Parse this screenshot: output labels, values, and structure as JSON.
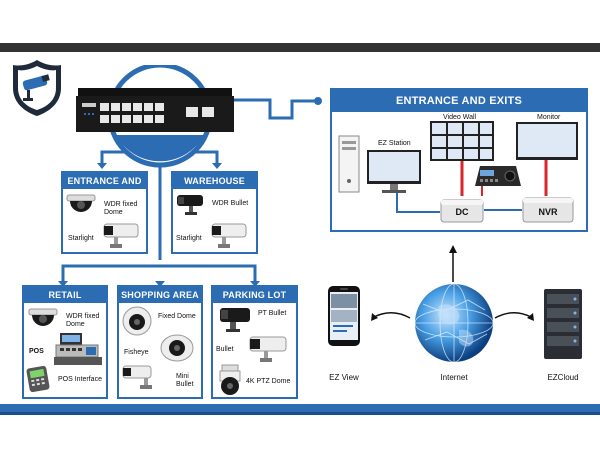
{
  "brand": {
    "logo_icon": "cctv-shield-logo-icon"
  },
  "switch": {
    "icon": "network-switch-icon"
  },
  "panels": {
    "entrance_small": {
      "title": "ENTRANCE AND EXITS",
      "items": [
        "WDR fixed Dome",
        "Starlight"
      ]
    },
    "warehouse": {
      "title": "WAREHOUSE",
      "items": [
        "WDR Bullet",
        "Starlight"
      ]
    },
    "retail": {
      "title": "RETAIL",
      "items": [
        "WDR fixed Dome",
        "POS",
        "POS Interface"
      ]
    },
    "shopping": {
      "title": "SHOPPING AREA",
      "items": [
        "Fixed Dome",
        "Fisheye",
        "Mini Bullet"
      ]
    },
    "parking": {
      "title": "PARKING LOT",
      "items": [
        "PT Bullet",
        "Bullet",
        "4K PTZ Dome"
      ]
    },
    "entrance_big": {
      "title": "ENTRANCE AND EXITS",
      "items": [
        "EZ Station",
        "Video Wall",
        "Monitor",
        "DC",
        "NVR"
      ]
    }
  },
  "network": {
    "mobile": "EZ View",
    "internet": "Internet",
    "cloud": "EZCloud"
  },
  "colors": {
    "accent": "#2b6cb3",
    "wire_red": "#d9262b",
    "dark": "#333333"
  }
}
